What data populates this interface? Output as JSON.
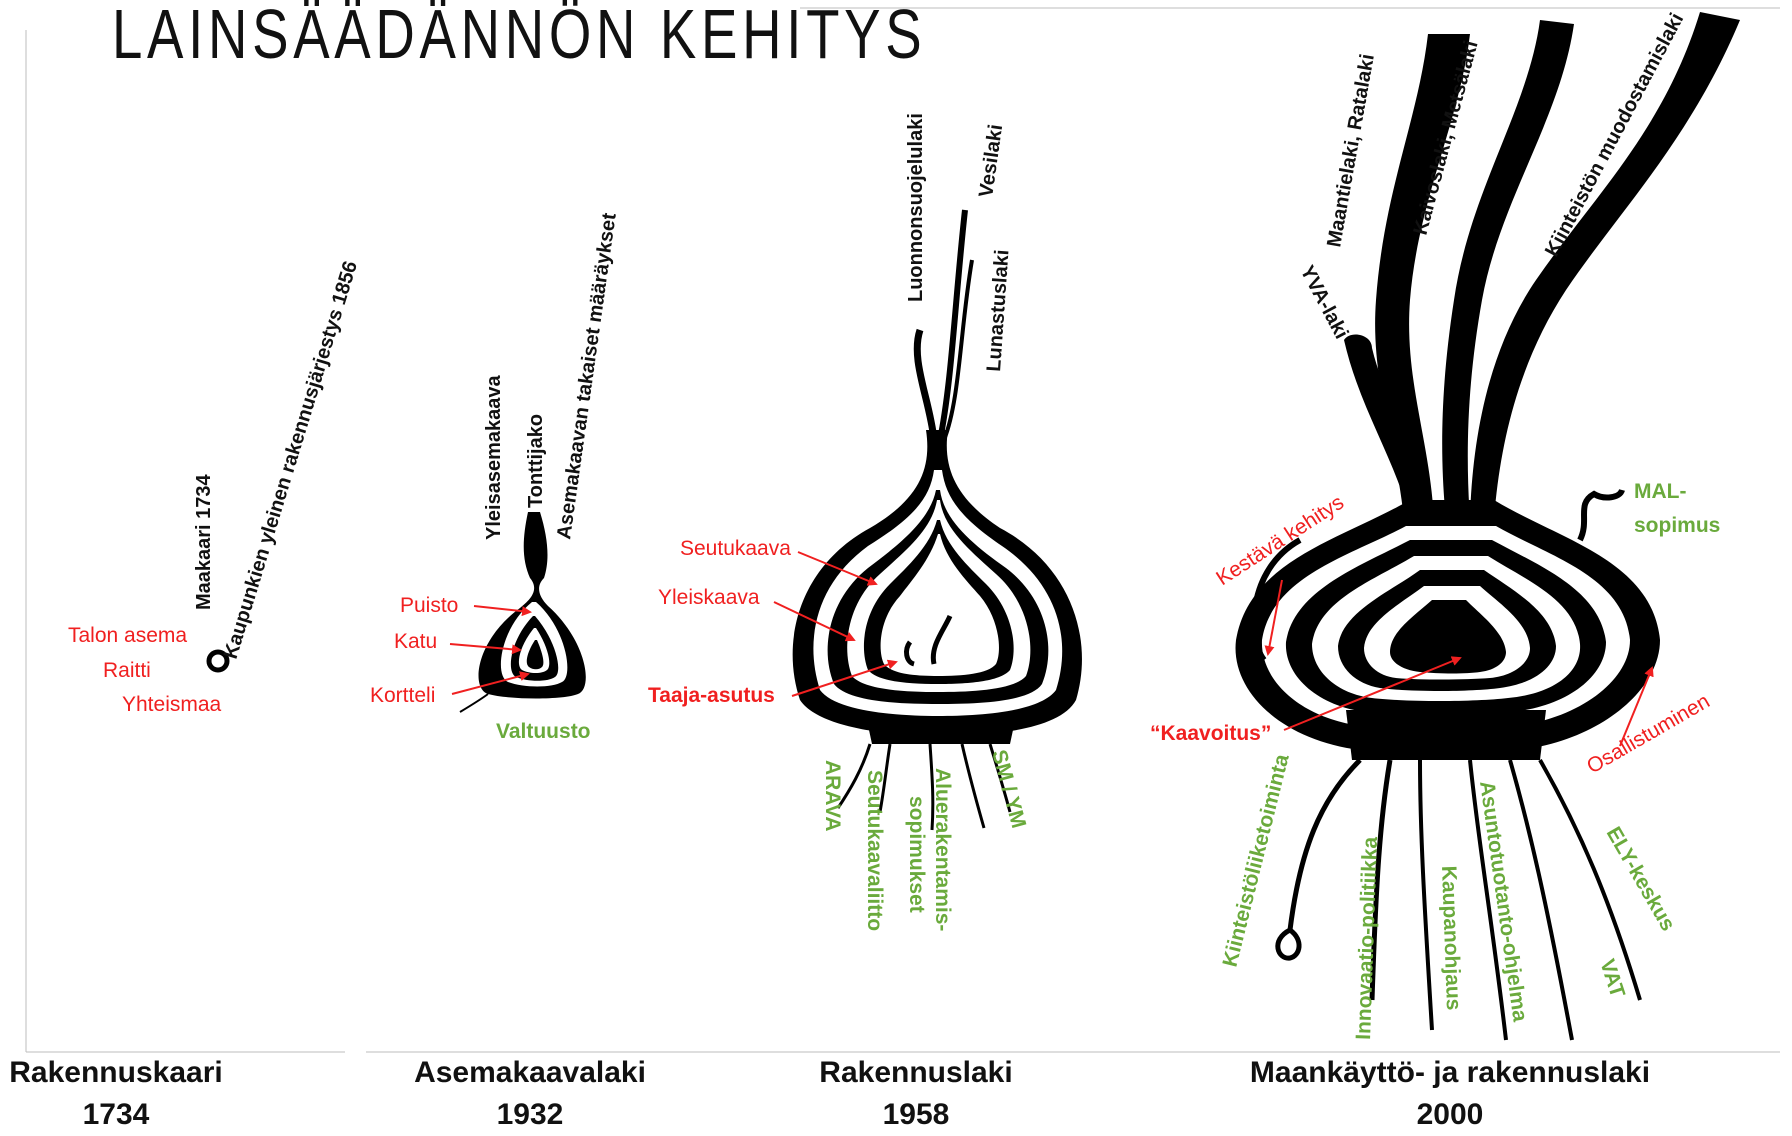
{
  "title": "LAINSÄÄDÄNNÖN KEHITYS",
  "eras": [
    {
      "name": "Rakennuskaari",
      "year": "1734"
    },
    {
      "name": "Asemakaavalaki",
      "year": "1932"
    },
    {
      "name": "Rakennuslaki",
      "year": "1958"
    },
    {
      "name": "Maankäyttö- ja rakennuslaki",
      "year": "2000"
    }
  ],
  "labels": {
    "maakaari": "Maakaari 1734",
    "kaupunkien": "Kaupunkien yleinen rakennusjärjestys 1856",
    "talon_asema": "Talon asema",
    "raitti": "Raitti",
    "yhteismaa": "Yhteismaa",
    "yleisasemakaava": "Yleisasemakaava",
    "tonttijako": "Tonttijako",
    "asemakaavan_takaiset": "Asemakaavan takaiset määräykset",
    "puisto": "Puisto",
    "katu": "Katu",
    "kortteli": "Kortteli",
    "valtuusto": "Valtuusto",
    "luonnonsuojelulaki": "Luonnonsuojelulaki",
    "vesilaki": "Vesilaki",
    "lunastuslaki": "Lunastuslaki",
    "seutukaava": "Seutukaava",
    "yleiskaava": "Yleiskaava",
    "taaja_asutus": "Taaja-asutus",
    "arava": "ARAVA",
    "seutukaavaliitto": "Seutukaavaliitto",
    "aluerakentamis": "Aluerakentamis-",
    "sopimukset": "sopimukset",
    "sm_ym": "SM / YM",
    "maantielaki": "Maantielaki, Ratalaki",
    "kaivoslaki": "Kaivoslaki, Metsälaki",
    "kiinteiston": "Kiinteistön muodostamislaki",
    "yva": "YVA-laki",
    "kestava": "Kestävä kehitys",
    "mal": "MAL-",
    "sopimus": "sopimus",
    "kaavoitus": "“Kaavoitus”",
    "osallistuminen": "Osallistuminen",
    "kiinteistoliike": "Kiinteistöliiketoiminta",
    "innovaatio": "Innovaatio-politiikka",
    "kaupanohjaus": "Kaupanohjaus",
    "asuntotuotanto": "Asuntotuotanto-ohjelma",
    "ely": "ELY-keskus",
    "vat": "VAT"
  },
  "colors": {
    "red": "#f02020",
    "green": "#6aaa3c",
    "ink": "#000000"
  }
}
